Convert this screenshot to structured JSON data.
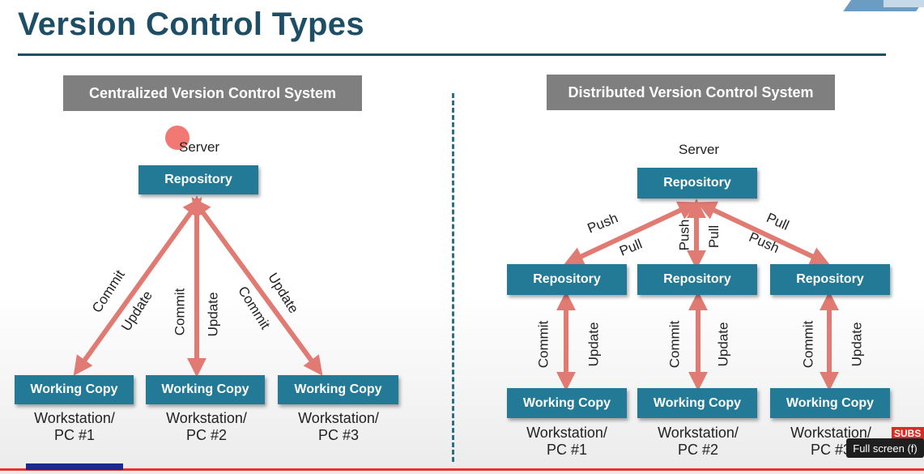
{
  "title": "Version Control Types",
  "centralized": {
    "header": "Centralized Version Control System",
    "server_label": "Server",
    "repository": "Repository",
    "working_copy": "Working Copy",
    "workstations": [
      "Workstation/",
      "PC #1",
      "Workstation/",
      "PC #2",
      "Workstation/",
      "PC #3"
    ],
    "labels": {
      "commit": "Commit",
      "update": "Update"
    }
  },
  "distributed": {
    "header": "Distributed Version Control System",
    "server_label": "Server",
    "repository": "Repository",
    "working_copy": "Working Copy",
    "workstations": [
      "Workstation/",
      "PC #1",
      "Workstation/",
      "PC #2",
      "Workstation/",
      "PC #3"
    ],
    "labels": {
      "push": "Push",
      "pull": "Pull",
      "commit": "Commit",
      "update": "Update"
    }
  },
  "player": {
    "subs_badge": "SUBS",
    "tooltip": "Full screen (f)"
  },
  "colors": {
    "title": "#1d4e66",
    "box": "#237a96",
    "header_bg": "#7f7f7f",
    "arrow": "#e07a72"
  }
}
